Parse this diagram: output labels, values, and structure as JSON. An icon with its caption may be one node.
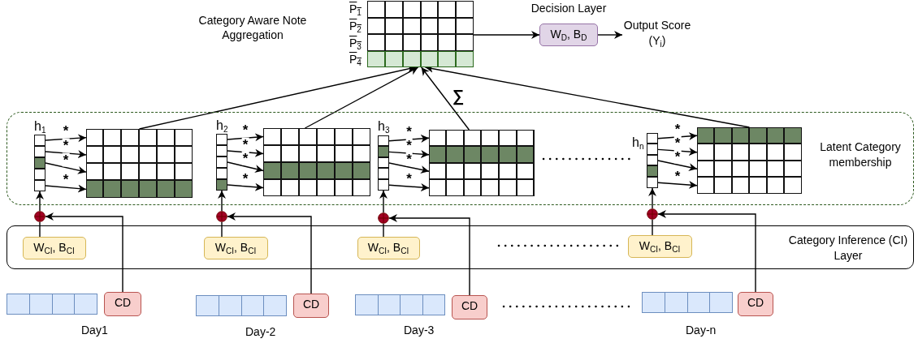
{
  "diagram": {
    "nodes": [
      {
        "text": [],
        "shape": "box",
        "beside": [
          "Category Aware Note Aggregation",
          "P$_{1}$",
          "P$_{2}$",
          "P$_{3}$",
          "P$_{4}$"
        ]
      },
      {
        "text": [
          "Decision Layer",
          "W$_{D}$, B$_{D}$"
        ]
      },
      {
        "text": [
          "Output Score (Y$_{i}$)"
        ]
      },
      {
        "text": [
          "Latent Category membership"
        ]
      },
      {
        "text": [],
        "shape": "bar",
        "in": 3,
        "beside": [
          "h$_{1}$"
        ]
      },
      {
        "text": [],
        "shape": "bar",
        "in": 3,
        "beside": [
          "h$_{2}$"
        ]
      },
      {
        "text": [],
        "shape": "bar",
        "in": 3,
        "beside": [
          "h$_{3}$"
        ]
      },
      {
        "text": [],
        "shape": "bar",
        "in": 3,
        "beside": [
          "h$_{n}$"
        ]
      },
      {
        "text": [],
        "shape": "box",
        "in": 3
      },
      {
        "text": [],
        "shape": "box",
        "in": 3
      },
      {
        "text": [],
        "shape": "box",
        "in": 3
      },
      {
        "text": [],
        "shape": "box",
        "in": 3
      },
      {
        "text": [
          "Category Inference (CI) Layer"
        ]
      },
      {
        "text": [
          "W$_{CI}$, B$_{CI}$"
        ],
        "in": 12
      },
      {
        "text": [
          "W$_{CI}$, B$_{CI}$"
        ],
        "in": 12
      },
      {
        "text": [
          "W$_{CI}$, B$_{CI}$"
        ],
        "in": 12
      },
      {
        "text": [
          "W$_{CI}$, B$_{CI}$"
        ],
        "in": 12
      },
      {
        "text": [],
        "shape": "circle"
      },
      {
        "text": [],
        "shape": "circle"
      },
      {
        "text": [],
        "shape": "circle"
      },
      {
        "text": [],
        "shape": "circle"
      },
      {
        "text": [],
        "shape": "bar",
        "beside": [
          "Day1"
        ]
      },
      {
        "text": [],
        "shape": "bar",
        "beside": [
          "Day-2"
        ]
      },
      {
        "text": [],
        "shape": "bar",
        "beside": [
          "Day-3"
        ]
      },
      {
        "text": [],
        "shape": "bar",
        "beside": [
          "Day-n"
        ]
      },
      {
        "text": [
          "CD"
        ]
      },
      {
        "text": [
          "CD"
        ]
      },
      {
        "text": [
          "CD"
        ]
      },
      {
        "text": [
          "CD"
        ]
      }
    ],
    "edges": [
      {
        "from": 4,
        "to": 8,
        "arrow": "to",
        "label": "*"
      },
      {
        "from": 4,
        "to": 8,
        "arrow": "to",
        "label": "*"
      },
      {
        "from": 4,
        "to": 8,
        "arrow": "to",
        "label": "*"
      },
      {
        "from": 4,
        "to": 8,
        "arrow": "to",
        "label": "*"
      },
      {
        "from": 5,
        "to": 9,
        "arrow": "to",
        "label": "*"
      },
      {
        "from": 5,
        "to": 9,
        "arrow": "to",
        "label": "*"
      },
      {
        "from": 5,
        "to": 9,
        "arrow": "to",
        "label": "*"
      },
      {
        "from": 5,
        "to": 9,
        "arrow": "to",
        "label": "*"
      },
      {
        "from": 6,
        "to": 10,
        "arrow": "to",
        "label": "*"
      },
      {
        "from": 6,
        "to": 10,
        "arrow": "to",
        "label": "*"
      },
      {
        "from": 6,
        "to": 10,
        "arrow": "to",
        "label": "*"
      },
      {
        "from": 6,
        "to": 10,
        "arrow": "to",
        "label": "*"
      },
      {
        "from": 7,
        "to": 11,
        "arrow": "to",
        "label": "*"
      },
      {
        "from": 7,
        "to": 11,
        "arrow": "to",
        "label": "*"
      },
      {
        "from": 7,
        "to": 11,
        "arrow": "to",
        "label": "*"
      },
      {
        "from": 7,
        "to": 11,
        "arrow": "to",
        "label": "*"
      },
      {
        "from": 8,
        "to": 0,
        "arrow": "to"
      },
      {
        "from": 9,
        "to": 0,
        "arrow": "to"
      },
      {
        "from": 10,
        "to": 0,
        "arrow": "to",
        "label": "∑"
      },
      {
        "from": 11,
        "to": 0,
        "arrow": "to"
      },
      {
        "from": 0,
        "to": 1,
        "arrow": "to"
      },
      {
        "from": 1,
        "to": 2,
        "arrow": "to"
      },
      {
        "from": 17,
        "to": 4,
        "arrow": "to"
      },
      {
        "from": 18,
        "to": 5,
        "arrow": "to"
      },
      {
        "from": 19,
        "to": 6,
        "arrow": "to"
      },
      {
        "from": 20,
        "to": 7,
        "arrow": "to"
      },
      {
        "from": 13,
        "to": 17,
        "arrow": "none"
      },
      {
        "from": 14,
        "to": 18,
        "arrow": "none"
      },
      {
        "from": 15,
        "to": 19,
        "arrow": "none"
      },
      {
        "from": 16,
        "to": 20,
        "arrow": "none"
      },
      {
        "from": 25,
        "to": 17,
        "arrow": "to"
      },
      {
        "from": 26,
        "to": 18,
        "arrow": "to"
      },
      {
        "from": 27,
        "to": 19,
        "arrow": "to"
      },
      {
        "from": 28,
        "to": 20,
        "arrow": "to"
      }
    ]
  }
}
